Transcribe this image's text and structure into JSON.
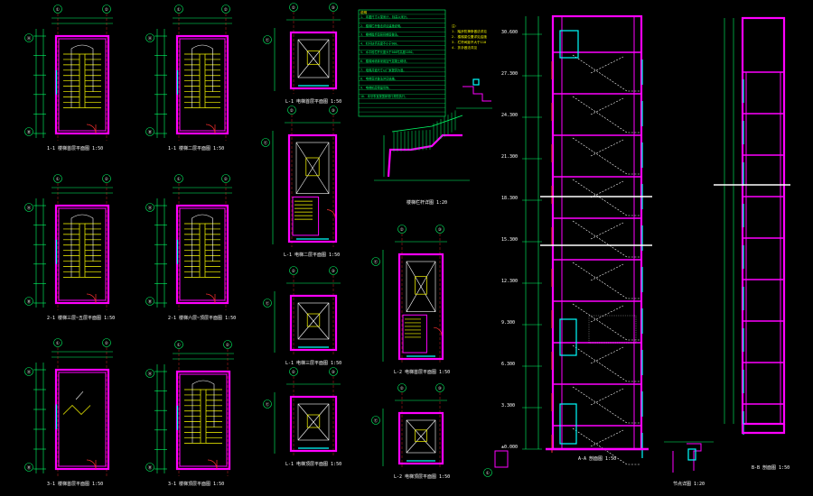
{
  "drawing": {
    "background": "#000000",
    "colors": {
      "wall": "#ff00ff",
      "dimension": "#00ff66",
      "stair": "#ffff00",
      "window": "#00ffff",
      "axis": "#ff2a2a",
      "text": "#ffffff"
    }
  },
  "plan_captions": [
    "1-1 楼梯首层平面图 1:50",
    "1-1 楼梯二层平面图 1:50",
    "2-1 楼梯三层~五层平面图 1:50",
    "2-1 楼梯六层~顶层平面图 1:50",
    "3-1 楼梯首层平面图 1:50",
    "3-1 楼梯顶层平面图 1:50",
    "L-1 电梯首层平面图 1:50",
    "L-1 电梯二层平面图 1:50",
    "L-1 电梯三层平面图 1:50",
    "L-1 电梯顶层平面图 1:50",
    "L-2 电梯首层平面图 1:50",
    "L-2 电梯顶层平面图 1:50",
    "楼梯栏杆详图 1:20",
    "A-A 剖面图 1:50",
    "B-B 剖面图 1:50",
    "节点详图 1:20"
  ],
  "axis_labels": [
    "①",
    "②",
    "③",
    "Ⓐ",
    "Ⓑ",
    "Ⓒ",
    "Ⓓ",
    "Ⓔ",
    "Ⓕ"
  ],
  "notes": {
    "title": "说明",
    "lines": [
      "1. 本图尺寸以毫米计, 标高以米计。",
      "2. 楼梯栏杆做法详见建施说明。",
      "3. 楼梯踏步面层同楼面做法。",
      "4. 栏杆扶手高度不小于900。",
      "5. 水平段栏杆长度大于500时高度1050。",
      "6. 楼梯间墙体采用加气混凝土砌块。",
      "7. 电梯井道尺寸以厂家提供为准。",
      "8. 电梯底坑做法详见结施。",
      "9. 电梯机房预留吊钩。",
      "10. 未尽事宜按国家现行规范执行。"
    ]
  },
  "side_notes": [
    "注:",
    "1. 踏步防滑条做法详见",
    "2. 楼梯梁位置详见结施",
    "3. 栏杆间距不大于110",
    "4. 扶手做法详见"
  ],
  "elevation_marks": [
    "±0.000",
    "3.300",
    "6.300",
    "9.300",
    "12.300",
    "15.300",
    "18.300",
    "21.300",
    "24.300",
    "27.300",
    "30.600"
  ]
}
